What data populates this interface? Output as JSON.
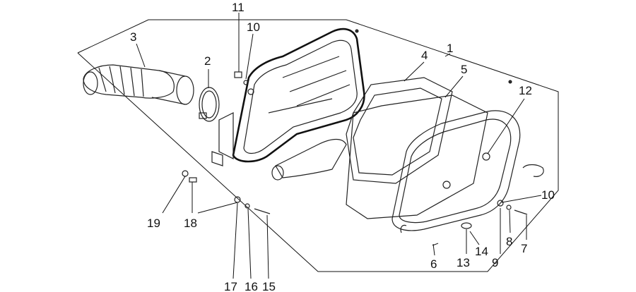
{
  "callouts": [
    {
      "id": "c1",
      "label": "1"
    },
    {
      "id": "c2",
      "label": "2"
    },
    {
      "id": "c3",
      "label": "3"
    },
    {
      "id": "c4",
      "label": "4"
    },
    {
      "id": "c5",
      "label": "5"
    },
    {
      "id": "c6",
      "label": "6"
    },
    {
      "id": "c7",
      "label": "7"
    },
    {
      "id": "c8",
      "label": "8"
    },
    {
      "id": "c9",
      "label": "9"
    },
    {
      "id": "c10a",
      "label": "10"
    },
    {
      "id": "c10b",
      "label": "10"
    },
    {
      "id": "c11",
      "label": "11"
    },
    {
      "id": "c12",
      "label": "12"
    },
    {
      "id": "c13",
      "label": "13"
    },
    {
      "id": "c14",
      "label": "14"
    },
    {
      "id": "c15",
      "label": "15"
    },
    {
      "id": "c16",
      "label": "16"
    },
    {
      "id": "c17",
      "label": "17"
    },
    {
      "id": "c18",
      "label": "18"
    },
    {
      "id": "c19",
      "label": "19"
    }
  ]
}
